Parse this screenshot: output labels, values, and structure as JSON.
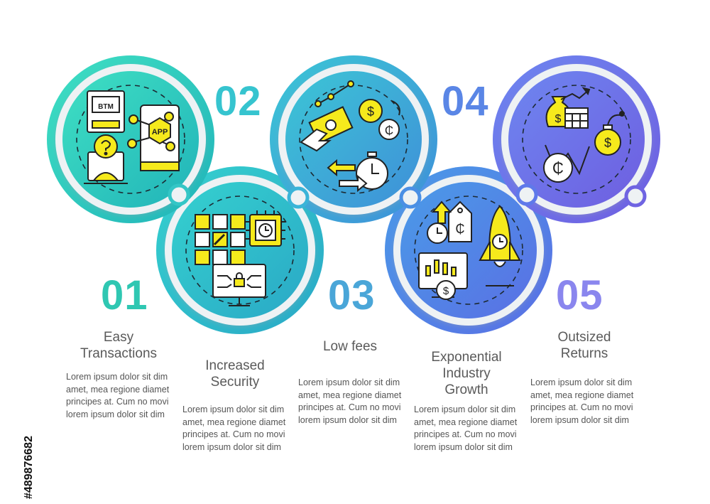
{
  "steps": [
    {
      "number": "01",
      "title": "Easy\nTransactions",
      "text": "Lorem ipsum dolor sit dim amet, mea regione diamet principes at. Cum no movi lorem ipsum dolor sit dim",
      "color": "#2ec9b4"
    },
    {
      "number": "02",
      "title": "Increased\nSecurity",
      "text": "Lorem ipsum dolor sit dim amet, mea regione diamet principes at. Cum no movi lorem ipsum dolor sit dim",
      "color": "#36c4cf"
    },
    {
      "number": "03",
      "title": "Low fees",
      "text": "Lorem ipsum dolor sit dim amet, mea regione diamet principes at. Cum no movi lorem ipsum dolor sit dim",
      "color": "#4aa6d8"
    },
    {
      "number": "04",
      "title": "Exponential\nIndustry\nGrowth",
      "text": "Lorem ipsum dolor sit dim amet, mea regione diamet principes at. Cum no movi lorem ipsum dolor sit dim",
      "color": "#5a86e6"
    },
    {
      "number": "05",
      "title": "Outsized\nReturns",
      "text": "Lorem ipsum dolor sit dim amet, mea regione diamet principes at. Cum no movi lorem ipsum dolor sit dim",
      "color": "#8a86ee"
    }
  ],
  "icons": {
    "step1": [
      "btm-machine-icon",
      "app-network-icon",
      "help-user-icon"
    ],
    "step2": [
      "blockchain-icon",
      "chip-timer-icon",
      "secure-monitor-icon"
    ],
    "step3": [
      "money-hand-icon",
      "dollar-coin-icon",
      "cedi-coin-icon",
      "stopwatch-icon",
      "exchange-arrows-icon"
    ],
    "step4": [
      "price-tag-icon",
      "clock-icon",
      "trading-monitor-icon",
      "rocket-icon"
    ],
    "step5": [
      "money-bag-icon",
      "calendar-icon",
      "dollar-bomb-icon",
      "cedi-coin-icon"
    ]
  },
  "labels": {
    "btm": "BTM",
    "app": "APP"
  },
  "colors": {
    "icon_yellow": "#f6ea1c",
    "icon_outline": "#2a2a2a",
    "ring": "#eef1f3"
  },
  "watermark": "#489876682"
}
